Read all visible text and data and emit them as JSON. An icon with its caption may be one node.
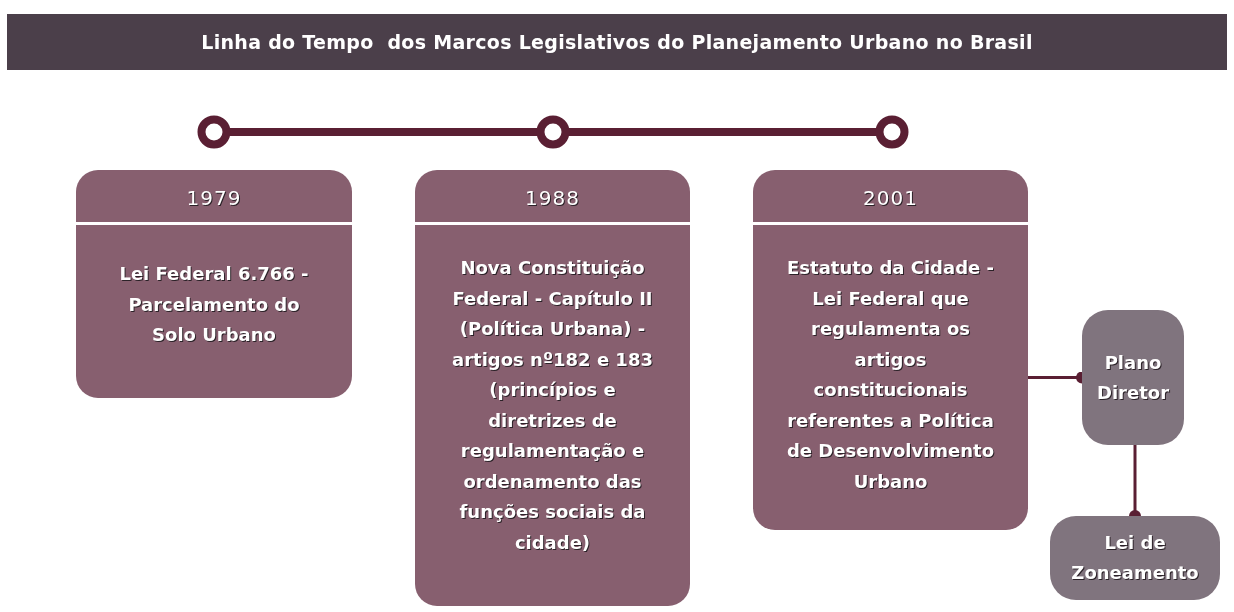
{
  "diagram": {
    "title": "Linha do Tempo  dos Marcos Legislativos do Planejamento Urbano no Brasil",
    "nodes": [
      {
        "text": [],
        "shape": "circle"
      },
      {
        "text": [],
        "shape": "circle"
      },
      {
        "text": [],
        "shape": "circle"
      },
      {
        "text": [
          "1979",
          "Lei Federal 6.766 - Parcelamento do Solo Urbano"
        ]
      },
      {
        "text": [
          "1988",
          "Nova Constituição Federal - Capítulo II (Política Urbana) - artigos nº182 e 183 (princípios e diretrizes de regulamentação e ordenamento das funções sociais da cidade)"
        ]
      },
      {
        "text": [
          "2001",
          "Estatuto da Cidade - Lei Federal que regulamenta os artigos constitucionais referentes a Política de Desenvolvimento Urbano"
        ]
      },
      {
        "text": [
          "Plano Diretor"
        ]
      },
      {
        "text": [
          "Lei de Zoneamento"
        ]
      }
    ],
    "edges": [
      {
        "from": 0,
        "to": 1,
        "arrow": "none",
        "style": "thick"
      },
      {
        "from": 1,
        "to": 2,
        "arrow": "none",
        "style": "thick"
      },
      {
        "from": 5,
        "to": 6,
        "arrow": "other"
      },
      {
        "from": 6,
        "to": 7,
        "arrow": "other"
      }
    ]
  }
}
